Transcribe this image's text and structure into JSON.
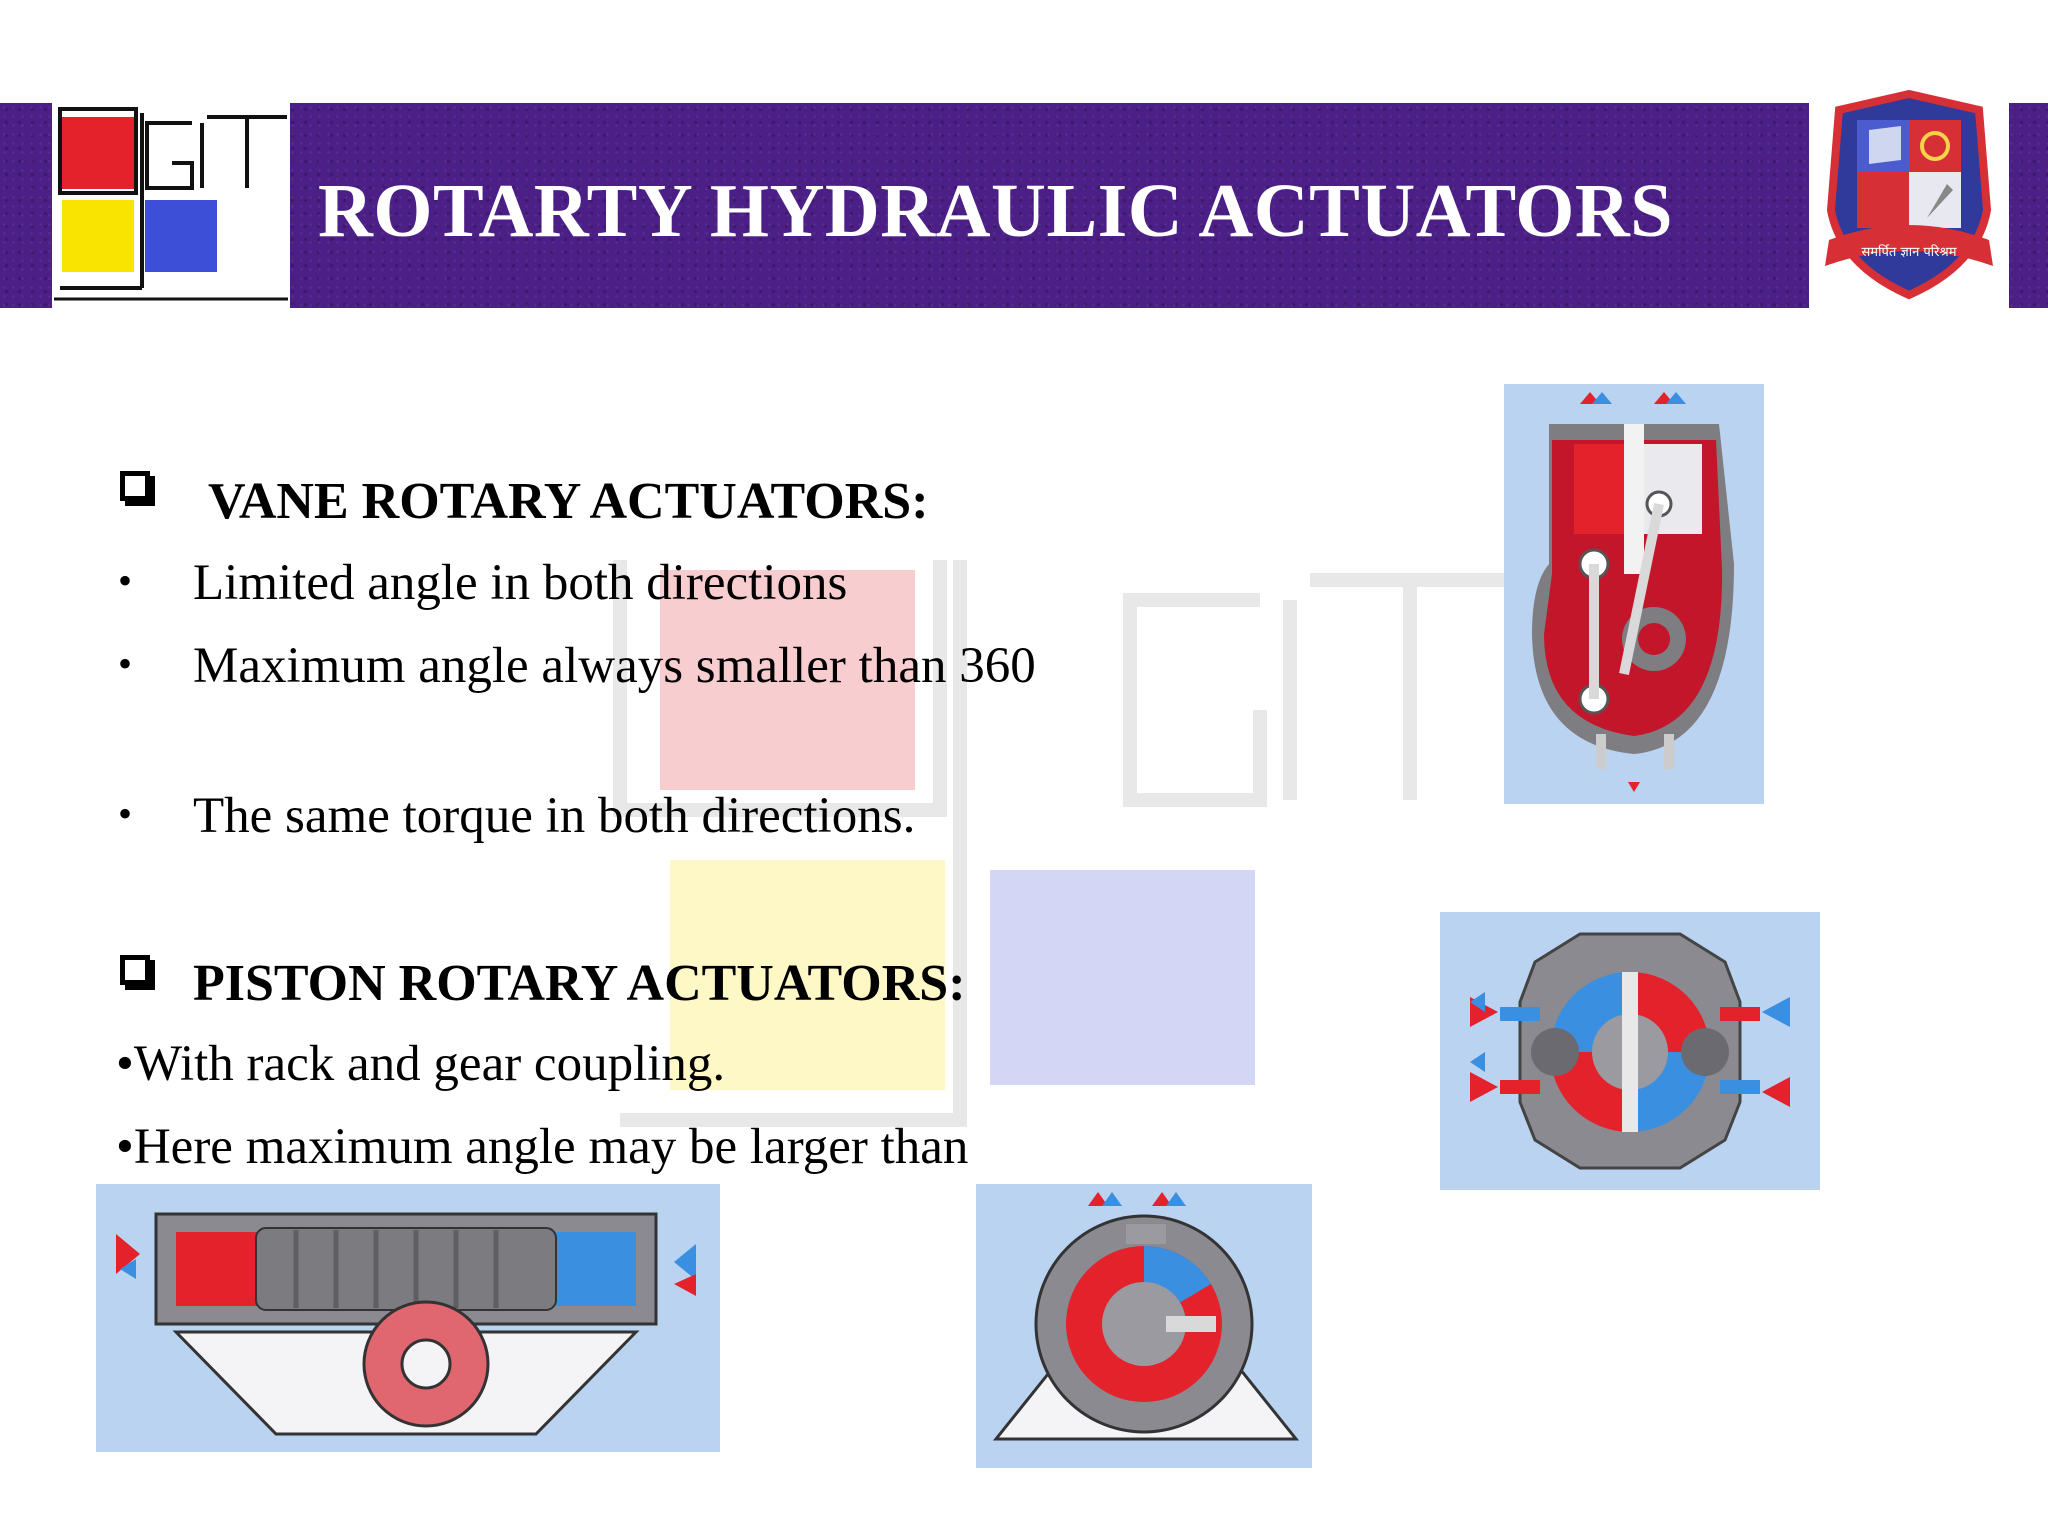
{
  "slide": {
    "title": "ROTARTY HYDRAULIC ACTUATORS",
    "logo_text": "GIT",
    "emblem_text": "समर्पित ज्ञान परिश्रम",
    "sections": [
      {
        "heading": "VANE ROTARY ACTUATORS:",
        "bullets": [
          "Limited angle in both directions",
          "Maximum angle always smaller than 360",
          "The same torque in both directions."
        ]
      },
      {
        "heading": "PISTON ROTARY ACTUATORS:",
        "lines": [
          "•With rack and gear coupling.",
          "•Here maximum angle may be larger than"
        ]
      }
    ]
  },
  "colors": {
    "banner": "#4b1f86",
    "logo_red": "#e3222c",
    "logo_yellow": "#f8e400",
    "logo_blue": "#3c4fd6",
    "figure_bg": "#b9d3f1",
    "fluid_red": "#e3222c",
    "fluid_blue": "#3b8fe0"
  },
  "icons": [
    "checkbox-bullet-icon",
    "gtu-emblem-icon",
    "git-logo-icon"
  ]
}
